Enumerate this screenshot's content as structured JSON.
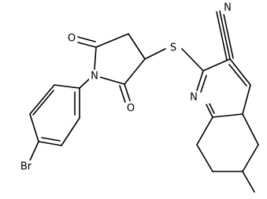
{
  "molecule": {
    "atoms": {
      "nitrile_n": "N",
      "sulfur": "S",
      "pyrrolidine_n": "N",
      "ring_n": "N",
      "oxygen_top": "O",
      "oxygen_bottom": "O",
      "bromine": "Br"
    }
  }
}
